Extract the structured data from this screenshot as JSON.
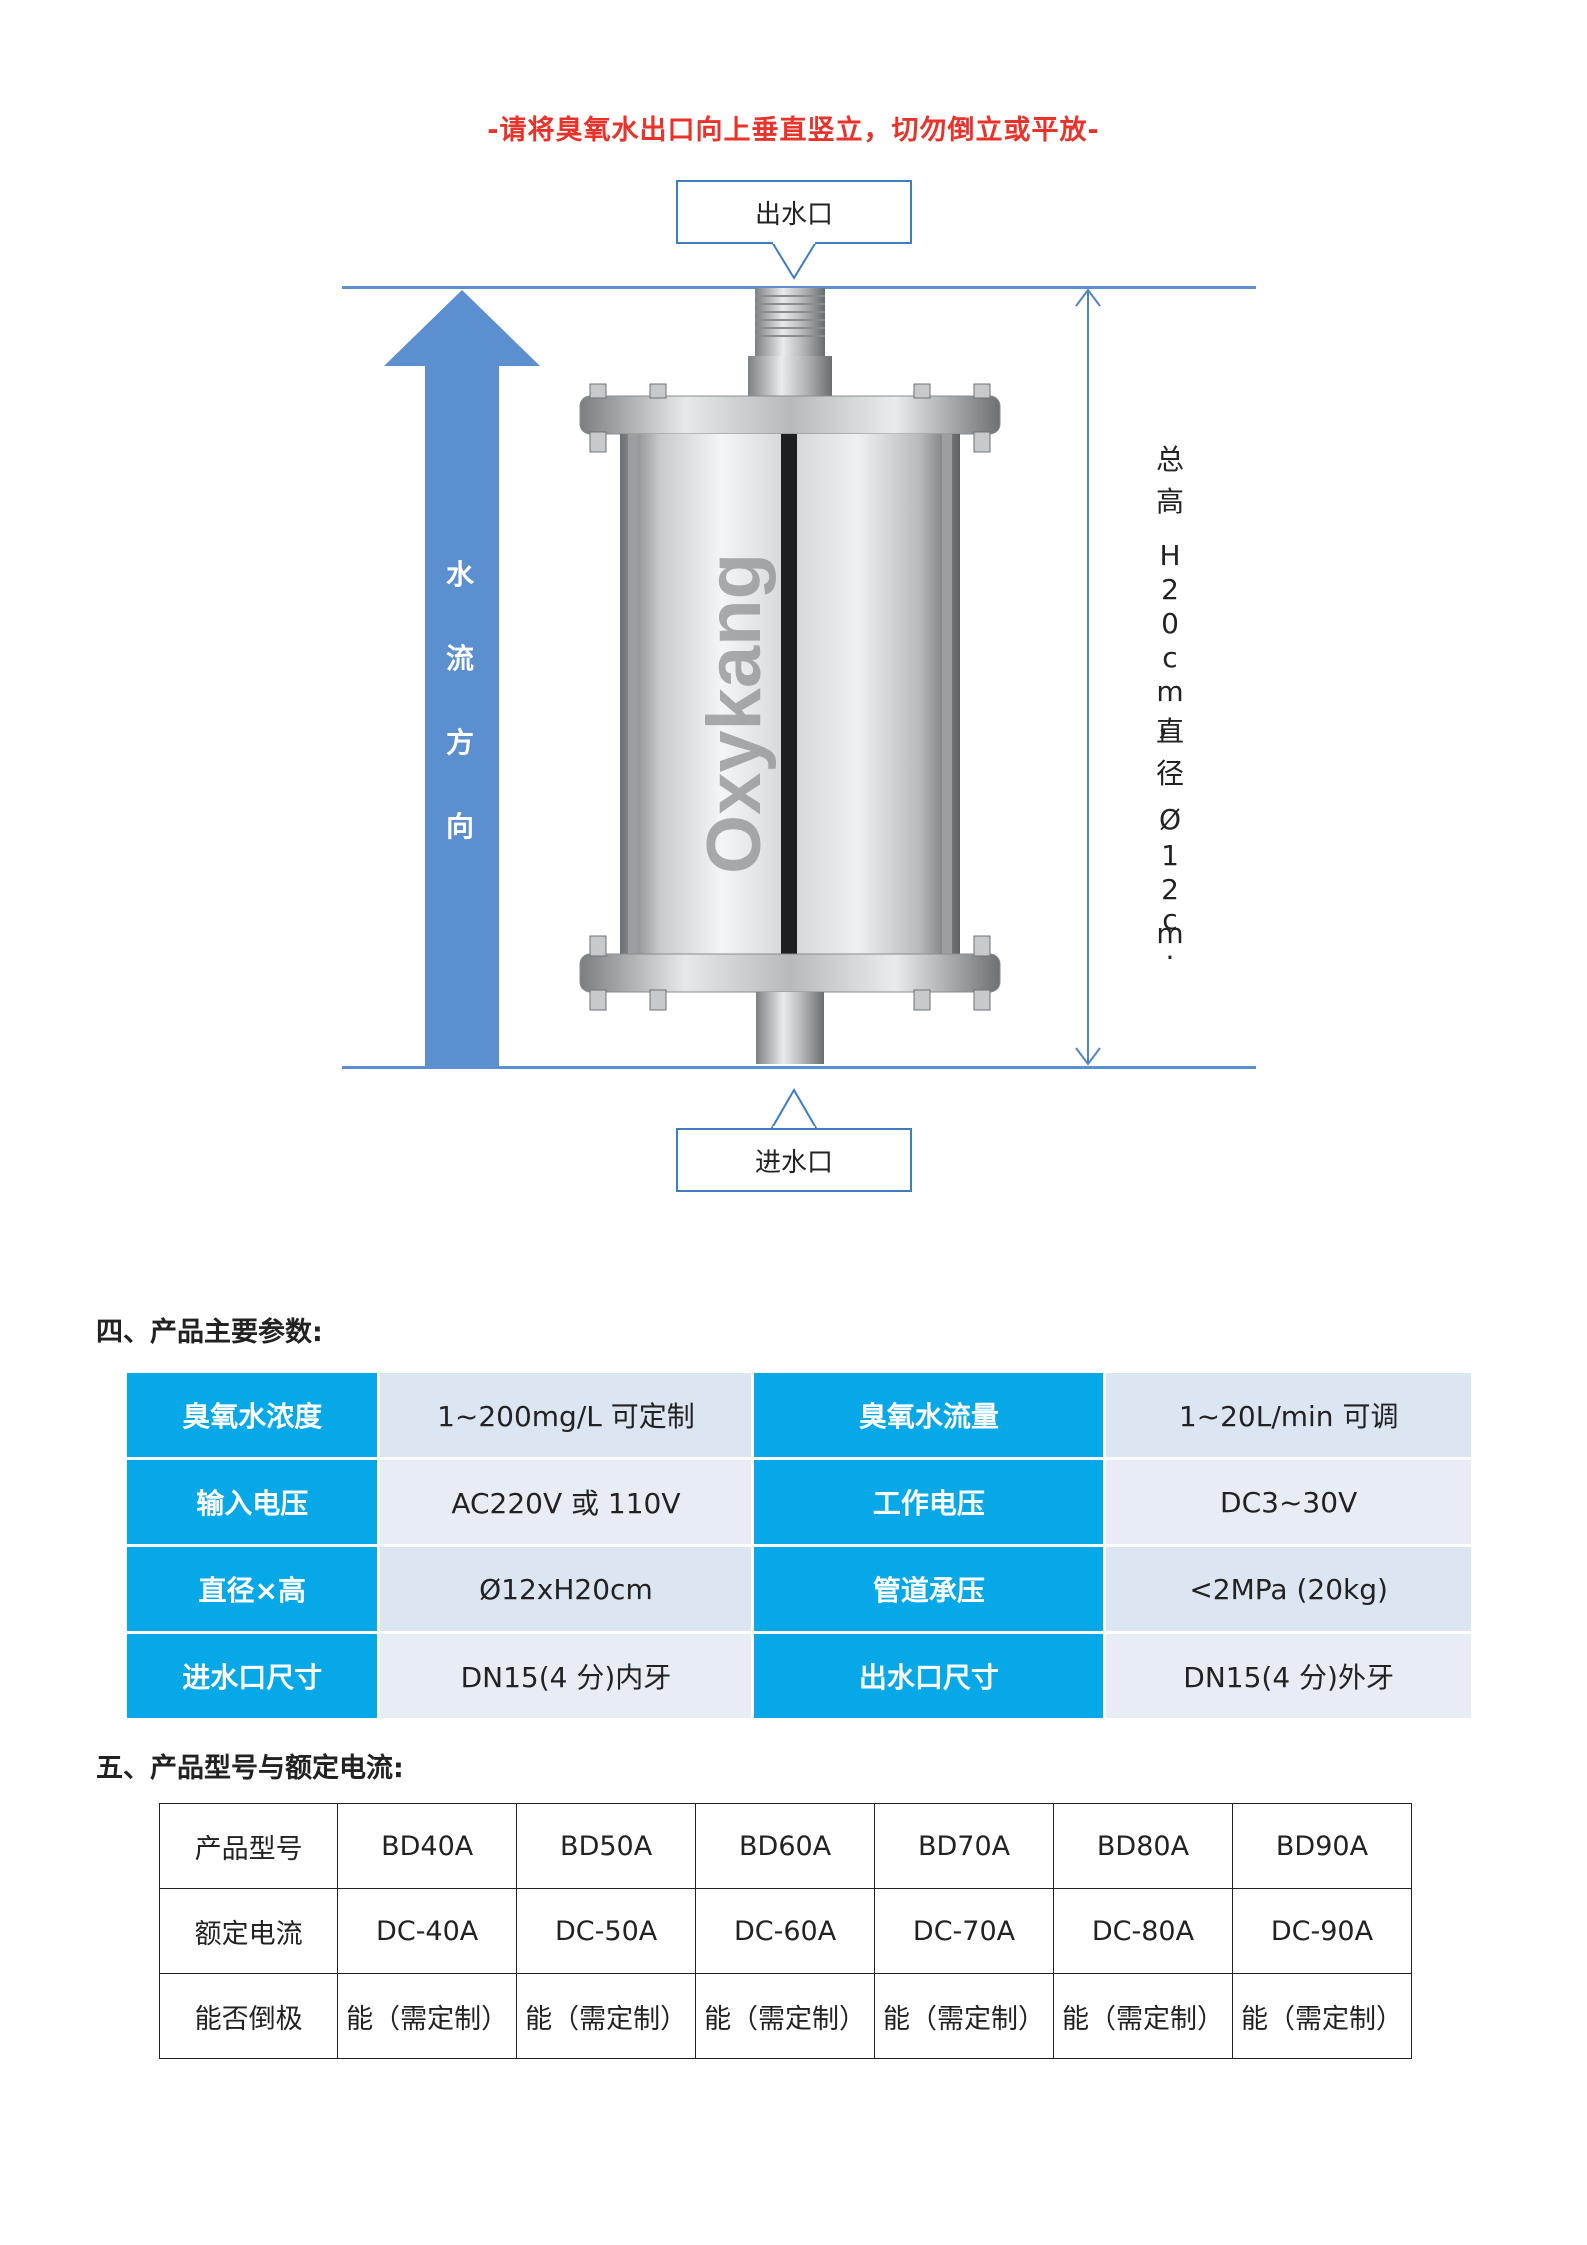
{
  "warning": "-请将臭氧水出口向上垂直竖立，切勿倒立或平放-",
  "diagram": {
    "outlet_label": "出水口",
    "inlet_label": "进水口",
    "flow_direction_chars": [
      "水",
      "流",
      "方",
      "向"
    ],
    "dimension_chars": [
      "总",
      "高",
      "H",
      "2",
      "0",
      "c",
      "m",
      "，",
      "直",
      "径",
      "Ø",
      "1",
      "2",
      "c",
      "m",
      "."
    ],
    "brand_text": "Oxykang"
  },
  "section4": {
    "title": "四、产品主要参数:",
    "rows": [
      {
        "l1": "臭氧水浓度",
        "v1": "1~200mg/L  可定制",
        "l2": "臭氧水流量",
        "v2": "1~20L/min  可调"
      },
      {
        "l1": "输入电压",
        "v1": "AC220V 或 110V",
        "l2": "工作电压",
        "v2": "DC3~30V"
      },
      {
        "l1": "直径×高",
        "v1": "Ø12xH20cm",
        "l2": "管道承压",
        "v2": "<2MPa (20kg)"
      },
      {
        "l1": "进水口尺寸",
        "v1": "DN15(4 分)内牙",
        "l2": "出水口尺寸",
        "v2": "DN15(4 分)外牙"
      }
    ]
  },
  "section5": {
    "title": "五、产品型号与额定电流:",
    "rows": [
      [
        "产品型号",
        "BD40A",
        "BD50A",
        "BD60A",
        "BD70A",
        "BD80A",
        "BD90A"
      ],
      [
        "额定电流",
        "DC-40A",
        "DC-50A",
        "DC-60A",
        "DC-70A",
        "DC-80A",
        "DC-90A"
      ],
      [
        "能否倒极",
        "能（需定制）",
        "能（需定制）",
        "能（需定制）",
        "能（需定制）",
        "能（需定制）",
        "能（需定制）"
      ]
    ]
  },
  "colors": {
    "warning": "#e8322a",
    "accent_blue": "#06a8e8",
    "arrow_blue": "#5b8fd0",
    "value_cell": "#dce6f2"
  }
}
